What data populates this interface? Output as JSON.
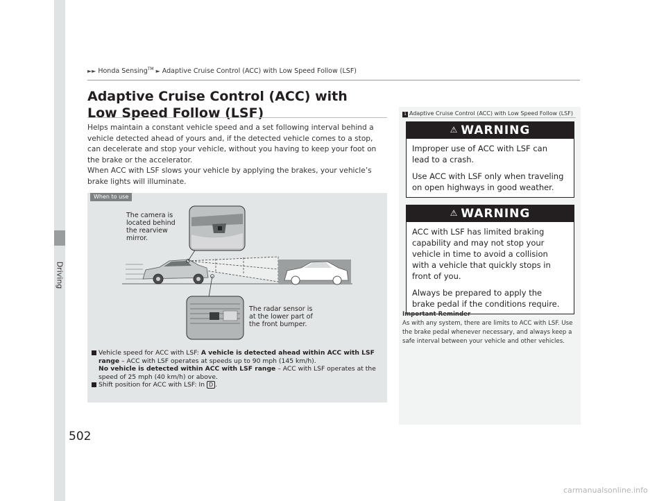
{
  "breadcrumb": {
    "part1": "Honda Sensing",
    "part1_sup": "TM",
    "part2": "Adaptive Cruise Control (ACC) with Low Speed Follow (LSF)"
  },
  "side_tab": {
    "label": "Driving"
  },
  "title": "Adaptive Cruise Control (ACC) with Low Speed Follow (LSF)",
  "intro": {
    "p1": "Helps maintain a constant vehicle speed and a set following interval behind a vehicle detected ahead of yours and, if the detected vehicle comes to a stop, can decelerate and stop your vehicle, without you having to keep your foot on the brake or the accelerator.",
    "p2": "When ACC with LSF slows your vehicle by applying the brakes, your vehicle’s brake lights will illuminate."
  },
  "figure": {
    "tag": "When to use",
    "camera_caption": "The camera is\nlocated behind\nthe rearview\nmirror.",
    "radar_caption": "The radar sensor is\nat the lower part of\nthe front bumper."
  },
  "specs": {
    "row1_label": "Vehicle speed for ACC with LSF: ",
    "row1_bold1": "A vehicle is detected ahead within ACC with LSF range",
    "row1_text1": " – ACC with LSF operates at speeds up to 90 mph (145 km/h).",
    "row1_bold2": "No vehicle is detected within ACC with LSF range",
    "row1_text2": " – ACC with LSF operates at the speed of 25 mph (40 km/h) or above.",
    "row2_label": "Shift position for ACC with LSF: In ",
    "row2_key": "D",
    "row2_end": "."
  },
  "note": {
    "head": "Adaptive Cruise Control (ACC) with Low Speed Follow (LSF)",
    "note_icon_number": "1"
  },
  "warning1": {
    "head": "WARNING",
    "p1": "Improper use of ACC with LSF can lead to a crash.",
    "p2": "Use ACC with LSF only when traveling on open highways in good weather."
  },
  "warning2": {
    "head": "WARNING",
    "p1": "ACC with LSF has limited braking capability and may not stop your vehicle in time to avoid a collision with a vehicle that quickly stops in front of you.",
    "p2": "Always be prepared to apply the brake pedal if the conditions require."
  },
  "reminder": {
    "head": "Important Reminder",
    "body": "As with any system, there are limits to ACC with LSF. Use the brake pedal whenever necessary, and always keep a safe interval between your vehicle and other vehicles."
  },
  "page_number": "502",
  "watermark": "carmanualsonline.info"
}
